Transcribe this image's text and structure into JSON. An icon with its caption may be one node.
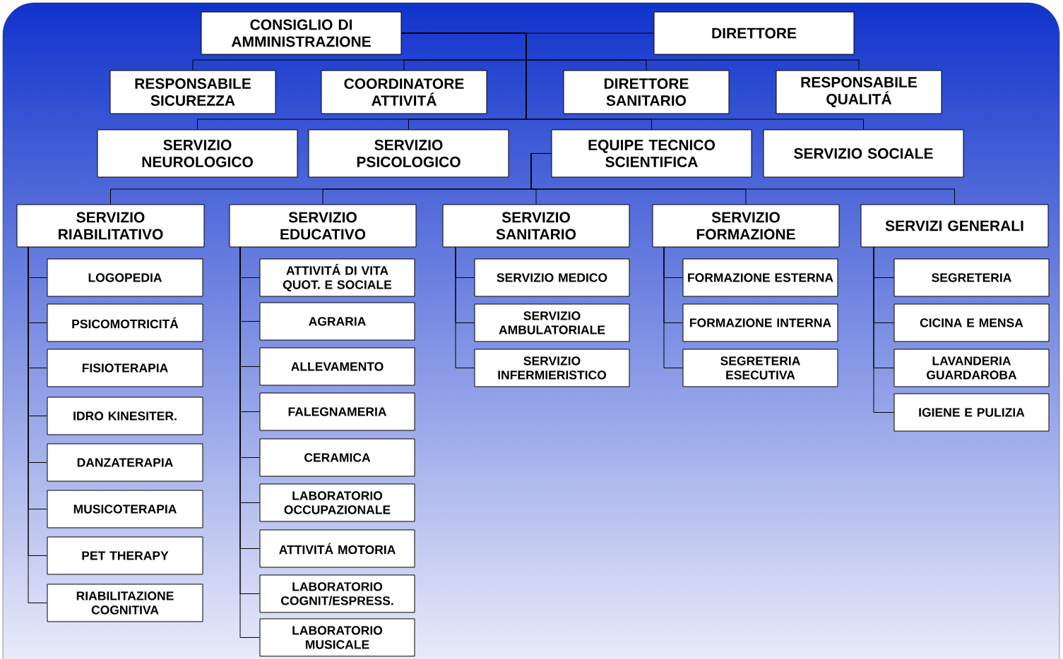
{
  "diagram": {
    "nodes": [
      {
        "text": [
          "CONSIGLIO DI AMMINISTRAZIONE"
        ]
      },
      {
        "text": [
          "DIRETTORE"
        ]
      },
      {
        "text": [
          "RESPONSABILE SICUREZZA"
        ]
      },
      {
        "text": [
          "COORDINATORE ATTIVITÁ"
        ]
      },
      {
        "text": [
          "DIRETTORE SANITARIO"
        ]
      },
      {
        "text": [
          "RESPONSABILE QUALITÁ"
        ]
      },
      {
        "text": [
          "SERVIZIO NEUROLOGICO"
        ]
      },
      {
        "text": [
          "SERVIZIO PSICOLOGICO"
        ]
      },
      {
        "text": [
          "EQUIPE TECNICO SCIENTIFICA"
        ]
      },
      {
        "text": [
          "SERVIZIO SOCIALE"
        ]
      },
      {
        "text": [
          "SERVIZIO RIABILITATIVO"
        ]
      },
      {
        "text": [
          "SERVIZIO EDUCATIVO"
        ]
      },
      {
        "text": [
          "SERVIZIO SANITARIO"
        ]
      },
      {
        "text": [
          "SERVIZIO FORMAZIONE"
        ]
      },
      {
        "text": [
          "SERVIZI GENERALI"
        ]
      },
      {
        "text": [
          "LOGOPEDIA"
        ]
      },
      {
        "text": [
          "PSICOMOTRICITÁ"
        ]
      },
      {
        "text": [
          "FISIOTERAPIA"
        ]
      },
      {
        "text": [
          "IDRO KINESITER."
        ]
      },
      {
        "text": [
          "DANZATERAPIA"
        ]
      },
      {
        "text": [
          "MUSICOTERAPIA"
        ]
      },
      {
        "text": [
          "PET THERAPY"
        ]
      },
      {
        "text": [
          "RIABILITAZIONE COGNITIVA"
        ]
      },
      {
        "text": [
          "ATTIVITÁ DI VITA QUOT. E SOCIALE"
        ]
      },
      {
        "text": [
          "AGRARIA"
        ]
      },
      {
        "text": [
          "ALLEVAMENTO"
        ]
      },
      {
        "text": [
          "FALEGNAMERIA"
        ]
      },
      {
        "text": [
          "CERAMICA"
        ]
      },
      {
        "text": [
          "LABORATORIO OCCUPAZIONALE"
        ]
      },
      {
        "text": [
          "ATTIVITÁ MOTORIA"
        ]
      },
      {
        "text": [
          "LABORATORIO COGNIT/ESPRESS."
        ]
      },
      {
        "text": [
          "LABORATORIO MUSICALE"
        ]
      },
      {
        "text": [
          "SERVIZIO MEDICO"
        ]
      },
      {
        "text": [
          "SERVIZIO AMBULATORIALE"
        ]
      },
      {
        "text": [
          "SERVIZIO INFERMIERISTICO"
        ]
      },
      {
        "text": [
          "FORMAZIONE ESTERNA"
        ]
      },
      {
        "text": [
          "FORMAZIONE INTERNA"
        ]
      },
      {
        "text": [
          "SEGRETERIA ESECUTIVA"
        ]
      },
      {
        "text": [
          "SEGRETERIA"
        ]
      },
      {
        "text": [
          "CICINA E MENSA"
        ]
      },
      {
        "text": [
          "LAVANDERIA GUARDAROBA"
        ]
      },
      {
        "text": [
          "IGIENE E PULIZIA"
        ]
      }
    ],
    "edges": [
      {
        "from": 0,
        "to": 1,
        "arrow": "none"
      },
      {
        "from": 0,
        "to": 2,
        "arrow": "none"
      },
      {
        "from": 0,
        "to": 3,
        "arrow": "none"
      },
      {
        "from": 0,
        "to": 4,
        "arrow": "none"
      },
      {
        "from": 0,
        "to": 5,
        "arrow": "none"
      },
      {
        "from": 0,
        "to": 6,
        "arrow": "none"
      },
      {
        "from": 0,
        "to": 7,
        "arrow": "none"
      },
      {
        "from": 0,
        "to": 8,
        "arrow": "none"
      },
      {
        "from": 0,
        "to": 9,
        "arrow": "none"
      },
      {
        "from": 8,
        "to": 10,
        "arrow": "none"
      },
      {
        "from": 8,
        "to": 11,
        "arrow": "none"
      },
      {
        "from": 8,
        "to": 12,
        "arrow": "none"
      },
      {
        "from": 8,
        "to": 13,
        "arrow": "none"
      },
      {
        "from": 8,
        "to": 14,
        "arrow": "none"
      },
      {
        "from": 10,
        "to": 15,
        "arrow": "none"
      },
      {
        "from": 10,
        "to": 16,
        "arrow": "none"
      },
      {
        "from": 10,
        "to": 17,
        "arrow": "none"
      },
      {
        "from": 10,
        "to": 18,
        "arrow": "none"
      },
      {
        "from": 10,
        "to": 19,
        "arrow": "none"
      },
      {
        "from": 10,
        "to": 20,
        "arrow": "none"
      },
      {
        "from": 10,
        "to": 21,
        "arrow": "none"
      },
      {
        "from": 10,
        "to": 22,
        "arrow": "none"
      },
      {
        "from": 11,
        "to": 23,
        "arrow": "none"
      },
      {
        "from": 11,
        "to": 24,
        "arrow": "none"
      },
      {
        "from": 11,
        "to": 25,
        "arrow": "none"
      },
      {
        "from": 11,
        "to": 26,
        "arrow": "none"
      },
      {
        "from": 11,
        "to": 27,
        "arrow": "none"
      },
      {
        "from": 11,
        "to": 28,
        "arrow": "none"
      },
      {
        "from": 11,
        "to": 29,
        "arrow": "none"
      },
      {
        "from": 11,
        "to": 30,
        "arrow": "none"
      },
      {
        "from": 11,
        "to": 31,
        "arrow": "none"
      },
      {
        "from": 12,
        "to": 32,
        "arrow": "none"
      },
      {
        "from": 12,
        "to": 33,
        "arrow": "none"
      },
      {
        "from": 12,
        "to": 34,
        "arrow": "none"
      },
      {
        "from": 13,
        "to": 35,
        "arrow": "none"
      },
      {
        "from": 13,
        "to": 36,
        "arrow": "none"
      },
      {
        "from": 13,
        "to": 37,
        "arrow": "none"
      },
      {
        "from": 14,
        "to": 38,
        "arrow": "none"
      },
      {
        "from": 14,
        "to": 39,
        "arrow": "none"
      },
      {
        "from": 14,
        "to": 40,
        "arrow": "none"
      },
      {
        "from": 14,
        "to": 41,
        "arrow": "none"
      }
    ]
  }
}
